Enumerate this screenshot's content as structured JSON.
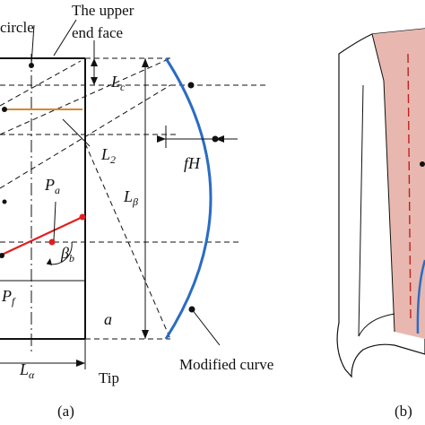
{
  "left_panel": {
    "label_circle": "circle",
    "label_upper_end_face_line1": "The upper",
    "label_upper_end_face_line2": "end face",
    "label_tip": "Tip",
    "label_modified_curve": "Modified curve",
    "caption": "(a)",
    "symbols": {
      "Lc": {
        "main": "L",
        "sub": "c"
      },
      "L2": {
        "main": "L",
        "sub": "2"
      },
      "fH": {
        "main": "fH"
      },
      "Lbeta": {
        "main": "L",
        "sub": "β"
      },
      "Pa": {
        "main": "P",
        "sub": "a"
      },
      "beta_b": {
        "main": "β",
        "sub": "b"
      },
      "Pf": {
        "main": "P",
        "sub": "f"
      },
      "a": {
        "main": "a"
      },
      "Lalpha": {
        "main": "L",
        "sub": "α"
      }
    },
    "colors": {
      "modified_curve": "#2a6cc4",
      "line_Pa": "#e02020",
      "highlight_line": "#d08a30"
    }
  },
  "right_panel": {
    "caption": "(b)",
    "colors": {
      "face_fill": "#e8b8b0",
      "blue_line": "#2a6cc4",
      "red_dash": "#c02020"
    }
  }
}
